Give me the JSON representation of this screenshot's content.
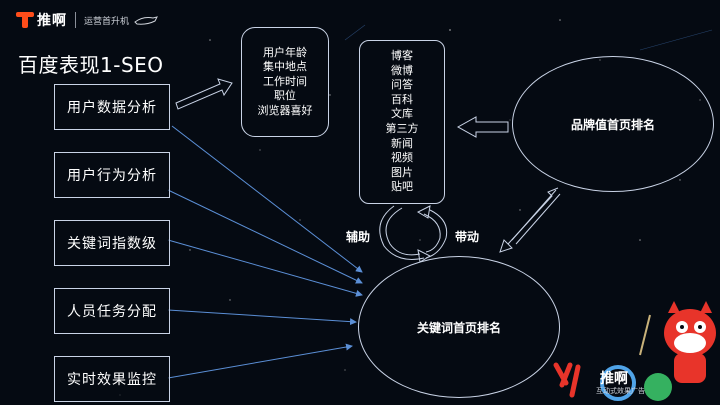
{
  "brand": {
    "name": "推啊",
    "tagline": "运营首升机"
  },
  "title": "百度表现1-SEO",
  "left_boxes": [
    {
      "label": "用户数据分析"
    },
    {
      "label": "用户行为分析"
    },
    {
      "label": "关键词指数级"
    },
    {
      "label": "人员任务分配"
    },
    {
      "label": "实时效果监控"
    }
  ],
  "user_data_box": {
    "lines": [
      "用户年龄",
      "集中地点",
      "工作时间",
      "职位",
      "浏览器喜好"
    ]
  },
  "channels_box": {
    "lines": [
      "博客",
      "微博",
      "问答",
      "百科",
      "文库",
      "第三方",
      "新闻",
      "视频",
      "图片",
      "贴吧"
    ]
  },
  "brand_ellipse": {
    "label": "品牌值首页排名"
  },
  "keyword_ellipse": {
    "label": "关键词首页排名"
  },
  "assist_label": "辅助",
  "drive_label": "带动",
  "corner": {
    "logo": "推啊",
    "slogan": "互动式效果广告"
  },
  "colors": {
    "background": "#050a12",
    "line": "#c9d3e6",
    "arrow": "#5b8fd6",
    "accent": "#ff4d1a"
  }
}
